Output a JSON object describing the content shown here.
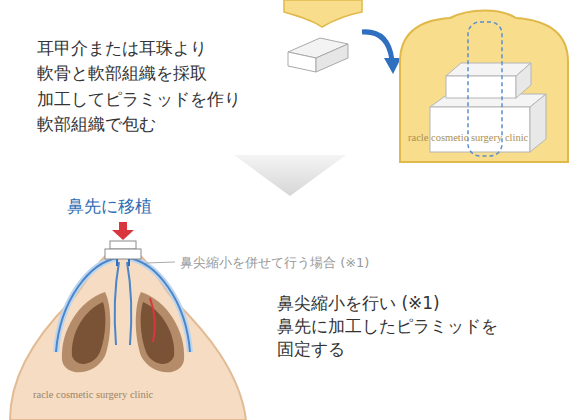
{
  "diagram": {
    "labels": [
      "耳甲介または耳珠より 軟骨と軟部組織を採取",
      "加工してピラミッドを作り 軟部組織で包む",
      "racle cosmetic surgery clinic",
      "鼻先に移植",
      "鼻尖縮小を併せて行う場合 (※1)",
      "鼻尖縮小を行い (※1) 鼻先に加工したピラミッドを 固定する",
      "racle cosmetic surgery clinic"
    ]
  }
}
